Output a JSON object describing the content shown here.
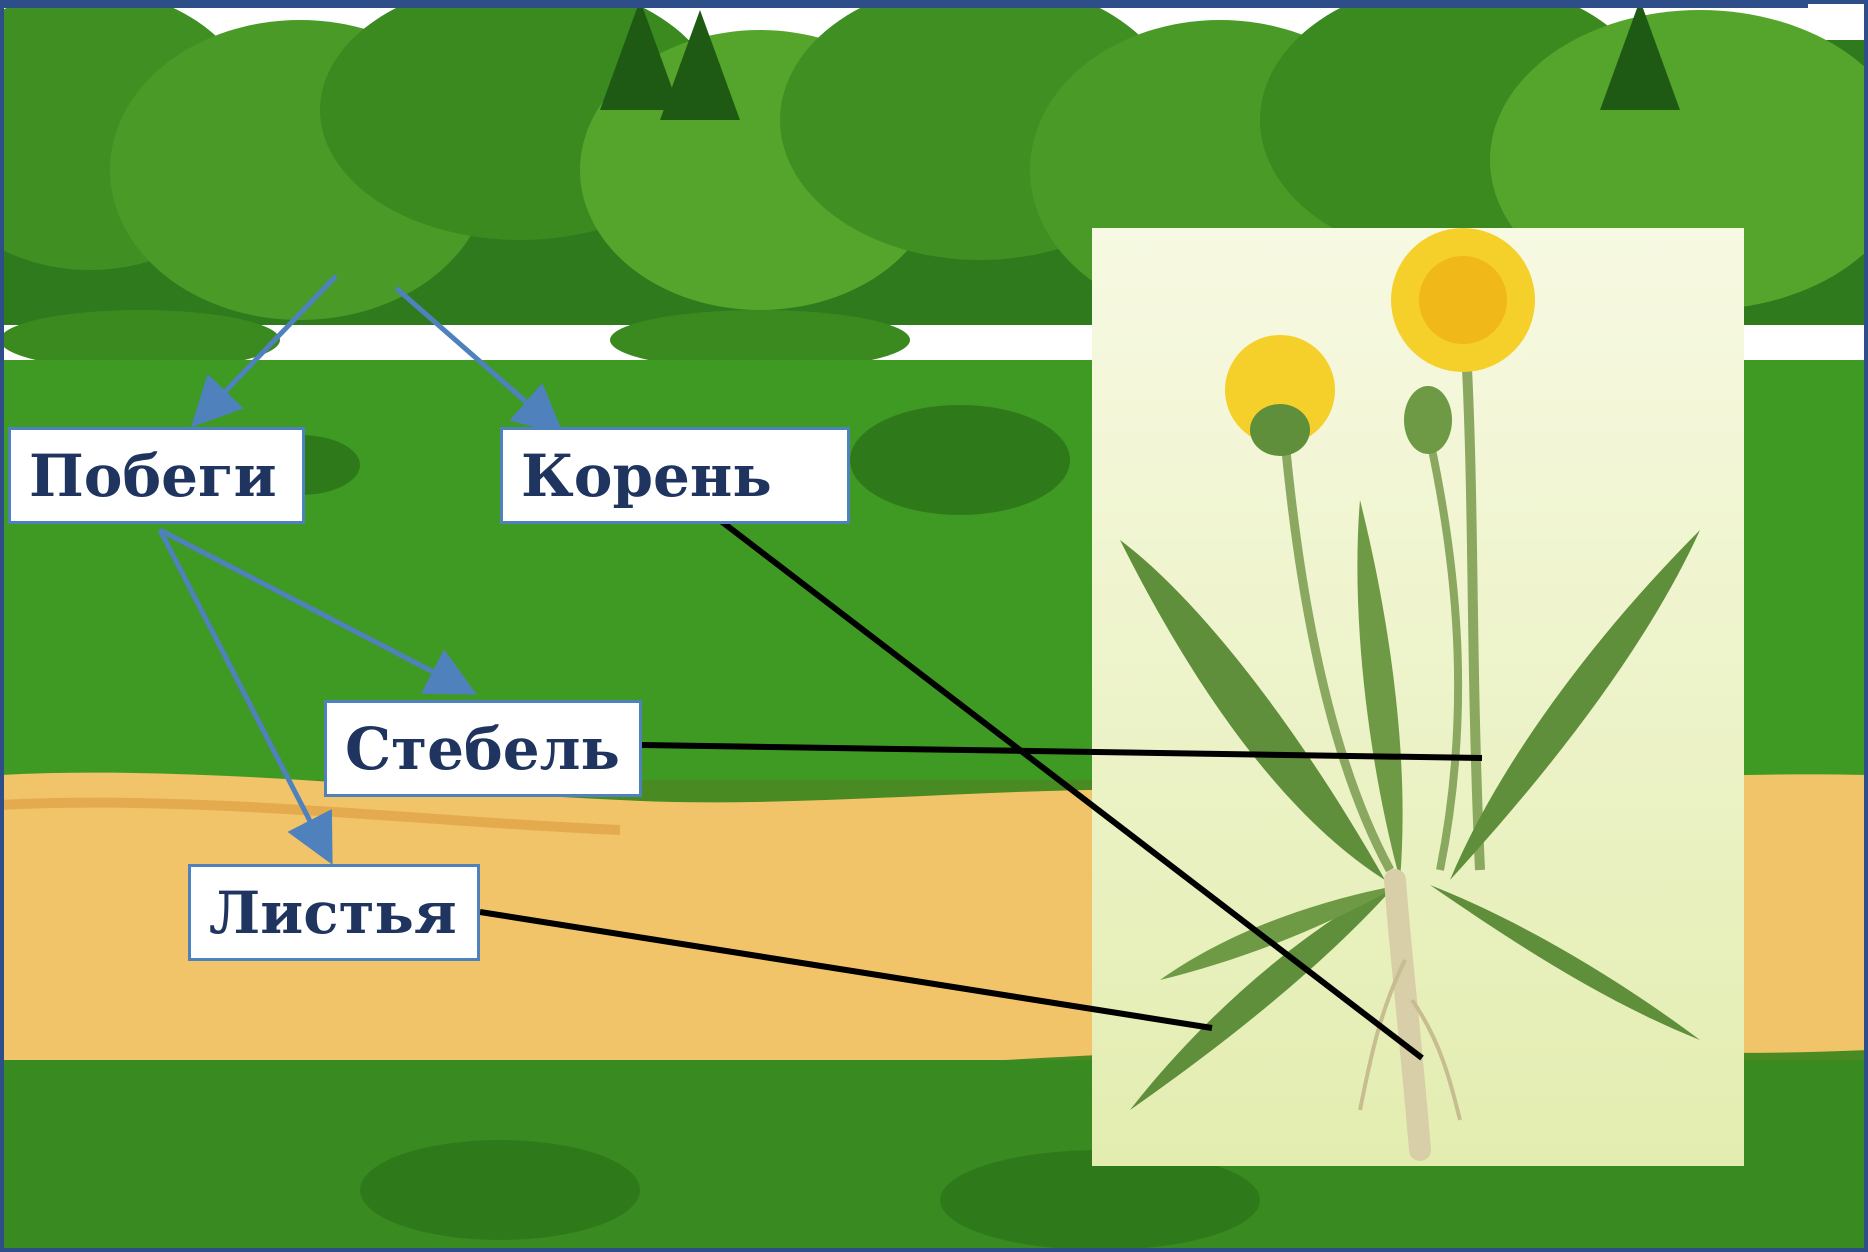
{
  "labels": {
    "shoots": "Побеги",
    "root": "Корень",
    "stem": "Стебель",
    "leaves": "Листья"
  },
  "colors": {
    "frame_border": "#2e4e8a",
    "label_border": "#4f81bd",
    "label_text": "#1f3560",
    "arrow": "#4f81bd",
    "pointer_line": "#000000",
    "sky": "#ffffff",
    "forest": "#2f7a1c",
    "meadow": "#3f9a24",
    "path_sand": "#f2c46a",
    "plant_panel": "#eef3c4",
    "flower": "#f5cf2a",
    "leaf": "#5f8f3a"
  },
  "icons": [
    "dandelion-illustration",
    "forest-background",
    "sand-path"
  ]
}
